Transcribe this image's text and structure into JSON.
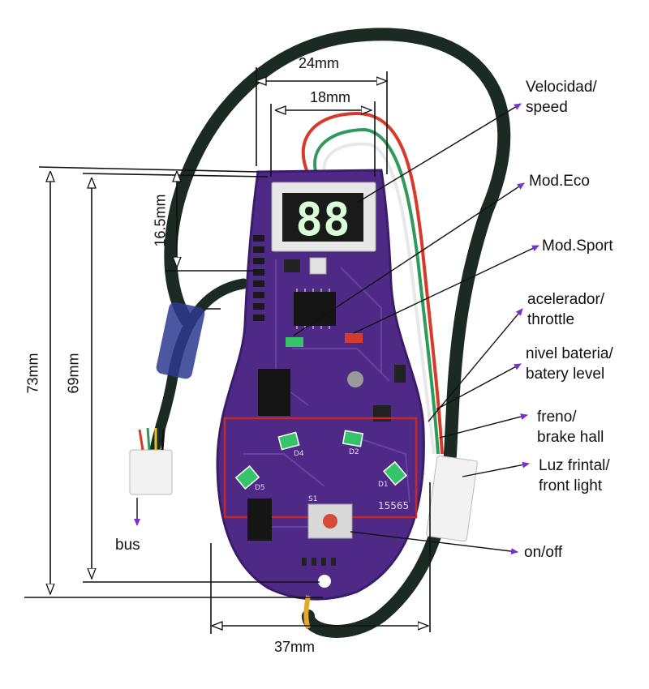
{
  "dimensions": {
    "width_top": "24mm",
    "width_display": "18mm",
    "height_display": "16.5mm",
    "height_total": "73mm",
    "height_inner": "69mm",
    "width_bottom": "37mm"
  },
  "labels": {
    "speed": [
      "Velocidad/",
      "speed"
    ],
    "eco": "Mod.Eco",
    "sport": "Mod.Sport",
    "throttle": [
      "acelerador/",
      "throttle"
    ],
    "battery": [
      "nivel bateria/",
      "batery level"
    ],
    "brake": [
      "freno/",
      "brake hall"
    ],
    "front_light": [
      "Luz frintal/",
      "front light"
    ],
    "onoff": "on/off",
    "bus": "bus"
  },
  "board": {
    "display_digits": "88",
    "pcb_code": "15565",
    "switch_label": "S1",
    "led_labels": [
      "D4",
      "D2",
      "D5",
      "D1"
    ]
  },
  "colors": {
    "pcb": "#4e2a86",
    "pcb_dark": "#3a1d6a",
    "arrow_purple": "#7a2fd0",
    "highlight_box": "#c62828",
    "cable": "#1c2a24",
    "wire_red": "#d73a2a",
    "wire_green": "#2f9a5a",
    "led_green": "#35c46a"
  }
}
